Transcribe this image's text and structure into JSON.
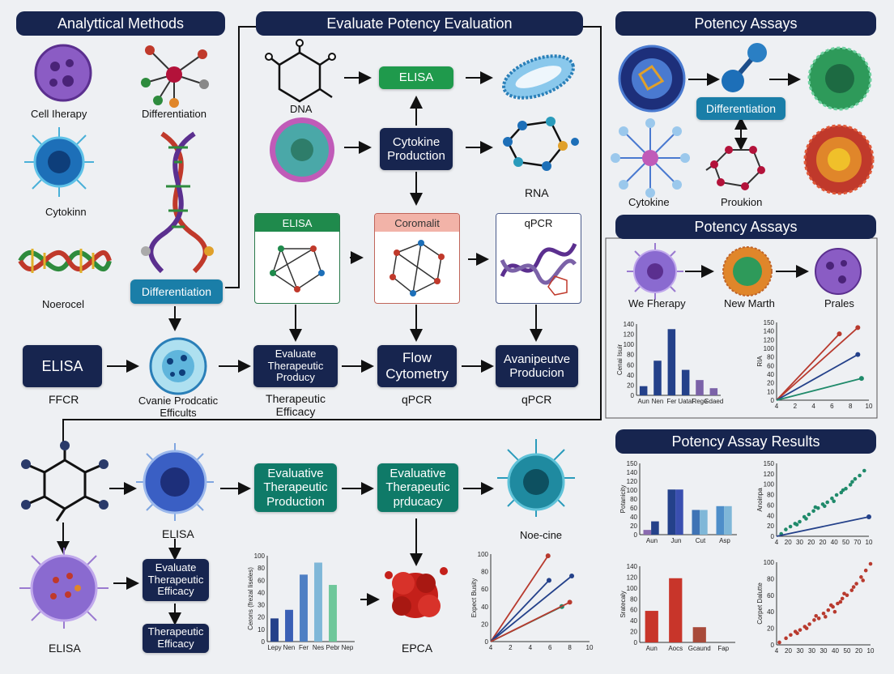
{
  "headers": {
    "analytical": "Analyttical Methods",
    "evaluate": "Evaluate Potency Evaluation",
    "potency1": "Potency Assays",
    "potency2": "Potency Assays",
    "results": "Potency Assay Results"
  },
  "left_labels": {
    "cell_therapy": "Cell Iherapy",
    "differentiation": "Differentiation",
    "cytokin": "Cytokinn",
    "noerocel": "Noerocel",
    "diff_box": "Differentiation"
  },
  "top_flow": {
    "dna": "DNA",
    "elisa": "ELISA",
    "cytokine_box": "Cytokine\nProduction",
    "rna": "RNA"
  },
  "cards": {
    "elisa": "ELISA",
    "coromalit": "Coromalit",
    "qpcr": "qPCR"
  },
  "middle_row": {
    "elisa_box": "ELISA",
    "ffcr": "FFCR",
    "cyanie": "Cvanie Prodcatic\nEfficults",
    "evaluate_box": "Evaluate\nTherapeutic\nProducy",
    "therapeutic_eff": "Therapeutic\nEfficacy",
    "flow_box": "Flow\nCytometry",
    "qpcr1": "qPCR",
    "avani_box": "Avanipeutve\nProducion",
    "qpcr2": "qPCR"
  },
  "bottom": {
    "elisa1": "ELISA",
    "evaluative_prod": "Evaluative\nTherapeutic\nProduction",
    "evaluative_prod2": "Evaluative\nTherapeutic\npŗducacy",
    "noe_cine": "Noe-cine",
    "elisa2": "ELISA",
    "evaluate_eff": "Evaluate\nTherapeutic\nEfficacy",
    "therapeutic_eff": "Therapeutic\nEfficacy",
    "epca": "EPCA"
  },
  "right_panel": {
    "differentiation_box": "Differentiation",
    "cytokine": "Cytokine",
    "proukion": "Proukion",
    "we_fherapy": "We Fherapy",
    "new_marth": "New Marth",
    "prales": "Prales"
  },
  "colors": {
    "navy": "#17254f",
    "teal": "#0f7a68",
    "green": "#1f9a4c",
    "blue": "#1a7ea8"
  },
  "chart_data": [
    {
      "type": "bar",
      "ylabel": "Cenai Isuir",
      "ylim": [
        0,
        140
      ],
      "yticks": [
        "0",
        "20",
        "40",
        "60",
        "80",
        "100",
        "120",
        "140"
      ],
      "categories": [
        "Aun",
        "Nen",
        "Fer",
        "Uatal",
        "Rege",
        "Gdaed"
      ],
      "values": [
        18,
        68,
        130,
        50,
        30,
        14
      ],
      "colors": [
        "#24418a",
        "#24418a",
        "#24418a",
        "#24418a",
        "#7b62a8",
        "#7b62a8"
      ]
    },
    {
      "type": "line",
      "ylabel": "RIA",
      "ylim": [
        0,
        150
      ],
      "xlim": [
        0,
        10
      ],
      "yticks": [
        "0",
        "10",
        "20",
        "40",
        "60",
        "80",
        "100",
        "120",
        "140",
        "150"
      ],
      "xticks": [
        "4",
        "2",
        "4",
        "6",
        "8",
        "10"
      ],
      "series": [
        {
          "color": "#b83a2e",
          "points": [
            [
              0,
              0
            ],
            [
              8.8,
              140
            ]
          ]
        },
        {
          "color": "#b83a2e",
          "points": [
            [
              0,
              0
            ],
            [
              6.8,
              128
            ]
          ]
        },
        {
          "color": "#24418a",
          "points": [
            [
              0,
              0
            ],
            [
              8.8,
              88
            ]
          ]
        },
        {
          "color": "#1f8a6a",
          "points": [
            [
              0,
              0
            ],
            [
              9.2,
              42
            ]
          ]
        }
      ]
    },
    {
      "type": "bar",
      "ylabel": "Potanicity",
      "ylim": [
        0,
        150
      ],
      "yticks": [
        "0",
        "20",
        "40",
        "60",
        "80",
        "100",
        "120",
        "140",
        "150"
      ],
      "categories": [
        "Aun",
        "Jun",
        "Cut",
        "Asp"
      ],
      "values": [
        [
          10,
          28
        ],
        [
          95,
          95
        ],
        [
          52,
          52
        ],
        [
          60,
          60
        ]
      ],
      "colors": [
        [
          "#8a6ab0",
          "#24418a"
        ],
        [
          "#24418a",
          "#3a4fb0"
        ],
        [
          "#3f73b5",
          "#7fb7d8"
        ],
        [
          "#4e8ec9",
          "#7fb7d8"
        ]
      ]
    },
    {
      "type": "scatter",
      "ylabel": "Anoinpa",
      "xlim": [
        0,
        10
      ],
      "ylim": [
        0,
        150
      ],
      "xticks": [
        "4",
        "20",
        "30",
        "20",
        "20",
        "40",
        "50",
        "70",
        "10"
      ],
      "yticks": [
        "0",
        "20",
        "40",
        "60",
        "80",
        "100",
        "120",
        "150"
      ],
      "series": [
        {
          "color": "#1f8a6a",
          "points": [
            [
              0.5,
              5
            ],
            [
              1,
              14
            ],
            [
              1.5,
              20
            ],
            [
              2,
              26
            ],
            [
              2.5,
              30
            ],
            [
              3,
              40
            ],
            [
              3.5,
              45
            ],
            [
              4,
              52
            ],
            [
              4.5,
              58
            ],
            [
              5,
              66
            ],
            [
              5.5,
              70
            ],
            [
              6,
              78
            ],
            [
              6.5,
              85
            ],
            [
              7,
              90
            ],
            [
              7.5,
              98
            ],
            [
              8,
              106
            ],
            [
              8.5,
              118
            ],
            [
              9,
              125
            ],
            [
              9.5,
              135
            ],
            [
              3.2,
              36
            ],
            [
              4.2,
              60
            ],
            [
              6.2,
              72
            ],
            [
              7.2,
              95
            ],
            [
              8.2,
              112
            ],
            [
              5.2,
              62
            ],
            [
              2.2,
              24
            ]
          ]
        },
        {
          "color": "#24418a",
          "points": [
            [
              0,
              0
            ],
            [
              10,
              40
            ]
          ],
          "line": true
        }
      ]
    },
    {
      "type": "bar",
      "ylabel": "Cerons (frezal Iiseles)",
      "ylim": [
        0,
        100
      ],
      "yticks": [
        "0",
        "10",
        "20",
        "30",
        "40",
        "60",
        "80",
        "100"
      ],
      "categories": [
        "Lepy",
        "Nen",
        "Fer",
        "Nes",
        "Pebr",
        "Nep"
      ],
      "values": [
        27,
        37,
        78,
        92,
        66,
        0
      ],
      "colors": [
        "#24418a",
        "#3a5fb5",
        "#4e7fc4",
        "#7fb7d8",
        "#6ec79a",
        "#6ec79a"
      ]
    },
    {
      "type": "line",
      "ylabel": "Expect Busity",
      "xlim": [
        0,
        10
      ],
      "ylim": [
        0,
        100
      ],
      "xticks": [
        "4",
        "2",
        "4",
        "6",
        "8",
        "10"
      ],
      "yticks": [
        "0",
        "20",
        "40",
        "60",
        "80",
        "100"
      ],
      "series": [
        {
          "color": "#b83a2e",
          "points": [
            [
              0,
              0
            ],
            [
              5.8,
              98
            ]
          ]
        },
        {
          "color": "#24418a",
          "points": [
            [
              0,
              0
            ],
            [
              8.2,
              75
            ]
          ]
        },
        {
          "color": "#24418a",
          "points": [
            [
              0,
              0
            ],
            [
              5.9,
              70
            ]
          ]
        },
        {
          "color": "#1f8a6a",
          "points": [
            [
              0,
              0
            ],
            [
              7.2,
              40
            ]
          ]
        },
        {
          "color": "#b83a2e",
          "points": [
            [
              0,
              0
            ],
            [
              8.0,
              45
            ]
          ]
        }
      ]
    },
    {
      "type": "bar",
      "ylabel": "Sratecaly",
      "ylim": [
        0,
        140
      ],
      "yticks": [
        "0",
        "20",
        "40",
        "60",
        "80",
        "100",
        "120",
        "140"
      ],
      "categories": [
        "Aun",
        "Aocs",
        "Gcaund",
        "Fap"
      ],
      "values": [
        58,
        118,
        28,
        0
      ],
      "colors": [
        "#c8352a",
        "#c8352a",
        "#a84a3a",
        "#a84a3a"
      ]
    },
    {
      "type": "scatter",
      "ylabel": "Corpet Dalutte",
      "xlim": [
        0,
        10
      ],
      "ylim": [
        0,
        100
      ],
      "xticks": [
        "4",
        "20",
        "30",
        "30",
        "30",
        "40",
        "50",
        "20",
        "10"
      ],
      "yticks": [
        "0",
        "20",
        "40",
        "60",
        "80",
        "100"
      ],
      "series": [
        {
          "color": "#b83a2e",
          "points": [
            [
              0.3,
              3
            ],
            [
              1,
              8
            ],
            [
              1.5,
              12
            ],
            [
              2,
              16
            ],
            [
              2.5,
              18
            ],
            [
              3,
              22
            ],
            [
              3.5,
              25
            ],
            [
              4,
              30
            ],
            [
              4.5,
              32
            ],
            [
              5,
              38
            ],
            [
              5.5,
              42
            ],
            [
              6,
              46
            ],
            [
              6.5,
              50
            ],
            [
              7,
              56
            ],
            [
              7.5,
              60
            ],
            [
              8,
              66
            ],
            [
              8.5,
              74
            ],
            [
              9,
              82
            ],
            [
              9.5,
              90
            ],
            [
              10,
              98
            ],
            [
              3.2,
              20
            ],
            [
              4.2,
              35
            ],
            [
              5.2,
              34
            ],
            [
              6.2,
              40
            ],
            [
              7.2,
              62
            ],
            [
              8.2,
              70
            ],
            [
              9.2,
              78
            ],
            [
              2.2,
              14
            ],
            [
              6.8,
              52
            ],
            [
              5.8,
              48
            ]
          ]
        }
      ]
    }
  ]
}
